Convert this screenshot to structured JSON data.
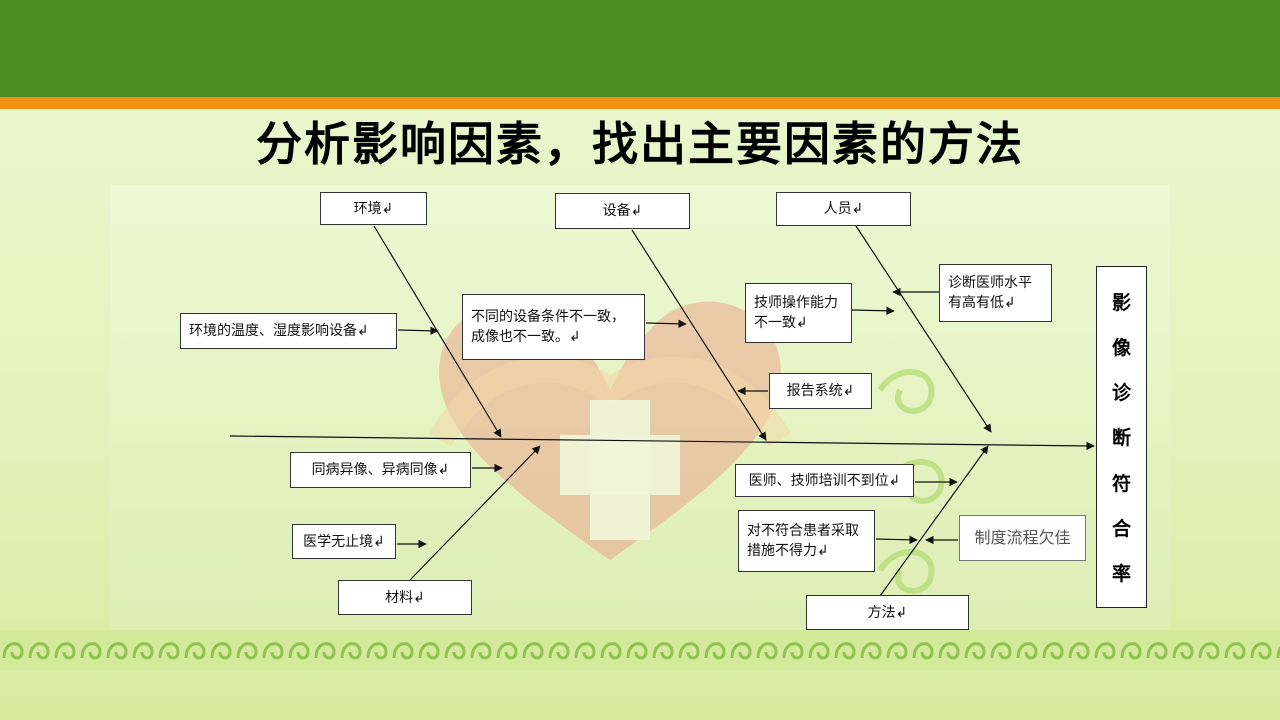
{
  "slide": {
    "title": "分析影响因素，找出主要因素的方法",
    "colors": {
      "header_green": "#4d8a22",
      "orange_stripe": "#f39314",
      "background": "#e6f3c4"
    }
  },
  "fishbone": {
    "categories": {
      "environment": "环境↲",
      "equipment": "设备↲",
      "personnel": "人员↲",
      "material": "材料↲",
      "method": "方法↲"
    },
    "causes": {
      "temp_humidity": "环境的温度、湿度影响设备↲",
      "same_disease": "同病异像、异病同像↲",
      "medicine_endless": "医学无止境↲",
      "equip_condition": "不同的设备条件不一致，成像也不一致。↲",
      "report_system": "报告系统↲",
      "tech_ability": "技师操作能力不一致↲",
      "doctor_level": "诊断医师水平有高有低↲",
      "training": "医师、技师培训不到位↲",
      "measures": "对不符合患者采取措施不得力↲",
      "process": "制度流程欠佳"
    },
    "effect": [
      "影",
      "像",
      "诊",
      "断",
      "符",
      "合",
      "率"
    ]
  }
}
